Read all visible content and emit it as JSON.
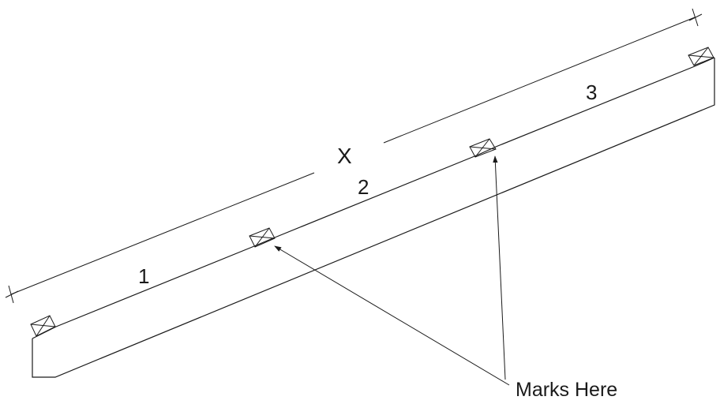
{
  "diagram": {
    "dimension_label": "X",
    "segment_labels": [
      "1",
      "2",
      "3"
    ],
    "callout_label": "Marks Here",
    "line_color": "#1a1a1a",
    "background_color": "#ffffff"
  }
}
